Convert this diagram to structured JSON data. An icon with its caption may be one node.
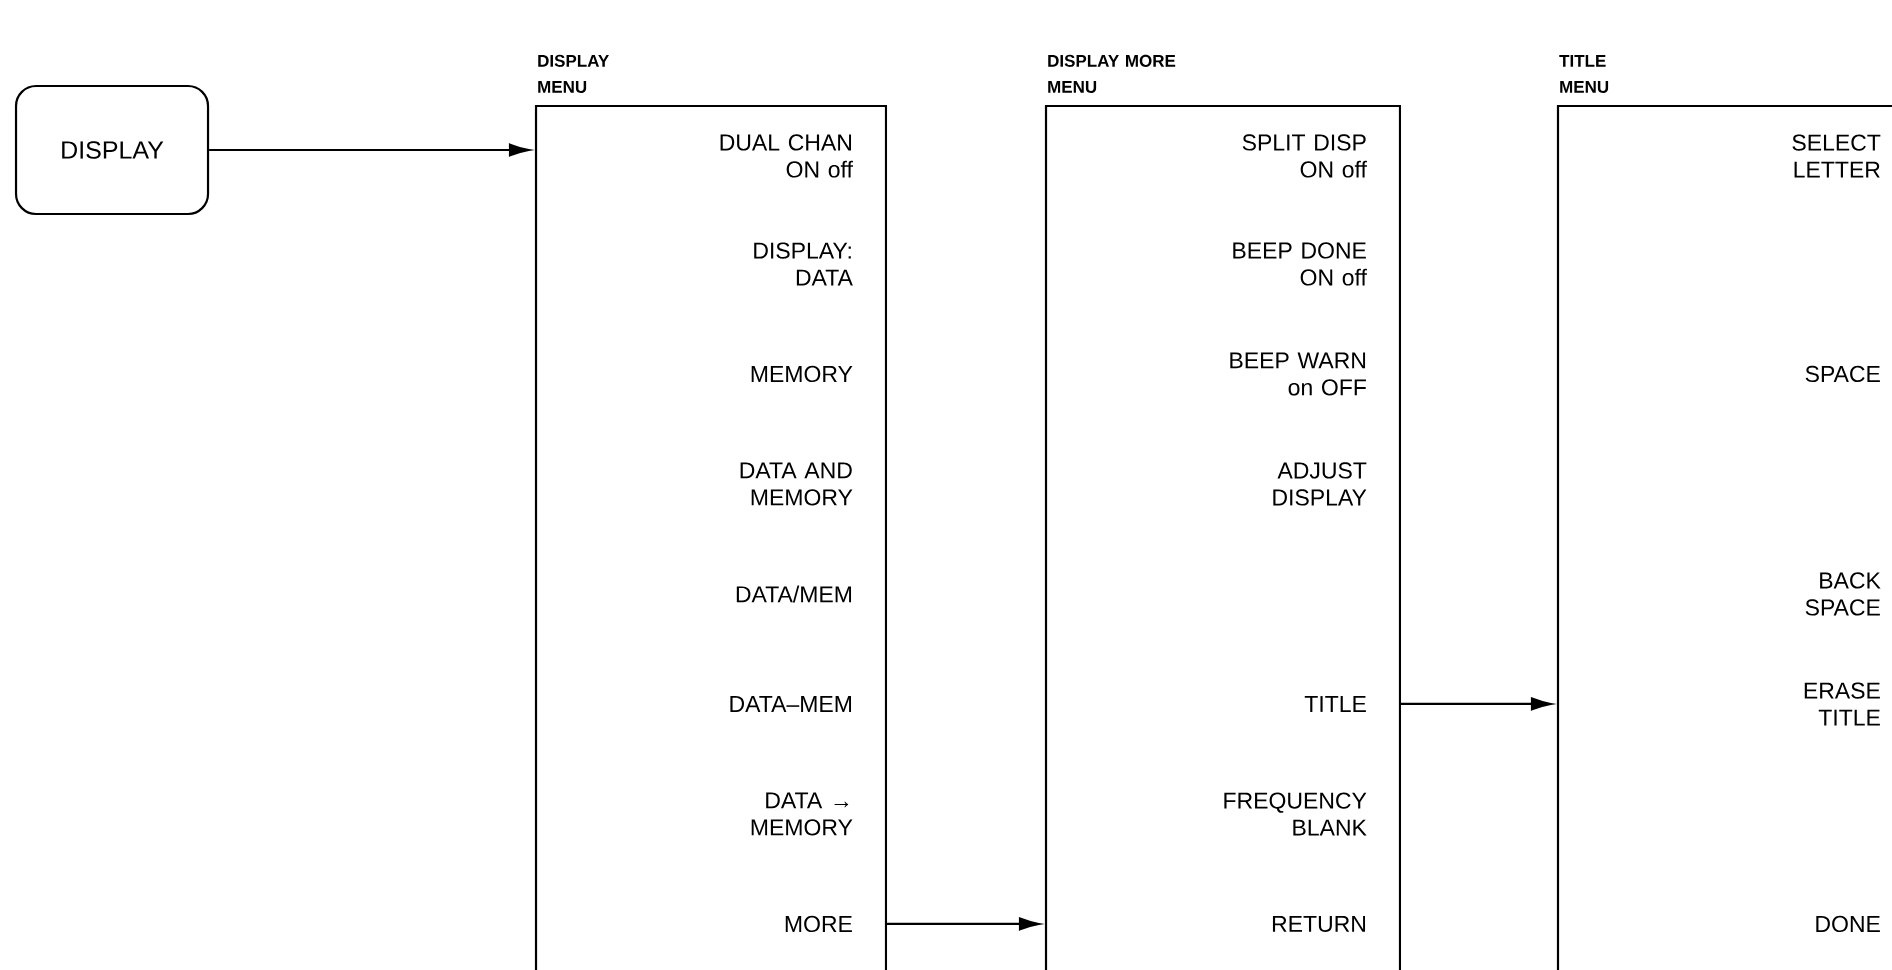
{
  "diagram": {
    "nodes": [
      {
        "text": [
          "DISPLAY"
        ]
      },
      {
        "text": [
          "DISPLAY MENU"
        ]
      },
      {
        "text": [
          "DUAL CHAN ON off"
        ],
        "in": 1
      },
      {
        "text": [
          "DISPLAY: DATA"
        ],
        "in": 1
      },
      {
        "text": [
          "MEMORY"
        ],
        "in": 1
      },
      {
        "text": [
          "DATA AND MEMORY"
        ],
        "in": 1
      },
      {
        "text": [
          "DATA/MEM"
        ],
        "in": 1
      },
      {
        "text": [
          "DATA–MEM"
        ],
        "in": 1
      },
      {
        "text": [
          "DATA → MEMORY"
        ],
        "in": 1
      },
      {
        "text": [
          "MORE"
        ],
        "in": 1
      },
      {
        "text": [
          "DISPLAY MORE MENU"
        ]
      },
      {
        "text": [
          "SPLIT DISP ON off"
        ],
        "in": 10
      },
      {
        "text": [
          "BEEP DONE ON off"
        ],
        "in": 10
      },
      {
        "text": [
          "BEEP WARN on OFF"
        ],
        "in": 10
      },
      {
        "text": [
          "ADJUST DISPLAY"
        ],
        "in": 10
      },
      {
        "text": [
          "TITLE"
        ],
        "in": 10
      },
      {
        "text": [
          "FREQUENCY BLANK"
        ],
        "in": 10
      },
      {
        "text": [
          "RETURN"
        ],
        "in": 10
      },
      {
        "text": [
          "TITLE MENU"
        ]
      },
      {
        "text": [
          "SELECT LETTER"
        ],
        "in": 18
      },
      {
        "text": [
          "SPACE"
        ],
        "in": 18
      },
      {
        "text": [
          "BACK SPACE"
        ],
        "in": 18
      },
      {
        "text": [
          "ERASE TITLE"
        ],
        "in": 18
      },
      {
        "text": [
          "DONE"
        ],
        "in": 18
      }
    ],
    "edges": [
      {
        "from": 0,
        "to": 1,
        "arrow": "to"
      },
      {
        "from": 9,
        "to": 10,
        "arrow": "to"
      },
      {
        "from": 15,
        "to": 18,
        "arrow": "to"
      }
    ]
  }
}
